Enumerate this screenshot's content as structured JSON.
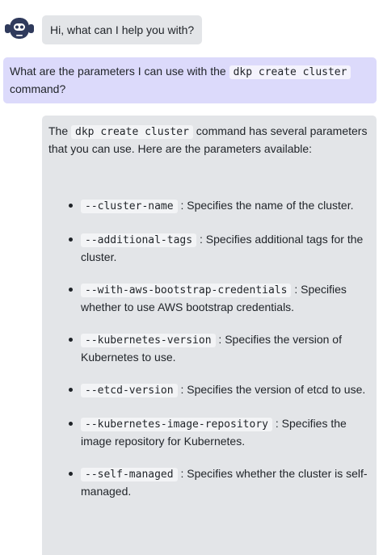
{
  "bot": {
    "avatar_icon": "robot-icon",
    "greeting": "Hi, what can I help you with?"
  },
  "user_message": {
    "before": "What are the parameters I can use with the ",
    "code": "dkp create cluster",
    "after": " command?"
  },
  "bot_reply": {
    "intro_before": "The ",
    "intro_code": "dkp create cluster",
    "intro_after": " command has several parameters that you can use. Here are the parameters available:",
    "params": [
      {
        "flag": "--cluster-name",
        "desc": " : Specifies the name of the cluster."
      },
      {
        "flag": "--additional-tags",
        "desc": " : Specifies additional tags for the cluster."
      },
      {
        "flag": "--with-aws-bootstrap-credentials",
        "desc": " : Specifies whether to use AWS bootstrap credentials."
      },
      {
        "flag": "--kubernetes-version",
        "desc": " : Specifies the version of Kubernetes to use."
      },
      {
        "flag": "--etcd-version",
        "desc": " : Specifies the version of etcd to use."
      },
      {
        "flag": "--kubernetes-image-repository",
        "desc": " : Specifies the image repository for Kubernetes."
      },
      {
        "flag": "--self-managed",
        "desc": " : Specifies whether the cluster is self-managed."
      }
    ]
  },
  "colors": {
    "avatar": "#2f3a5c",
    "user_bubble": "#dcdafb",
    "bot_bubble": "#e3e5e8"
  }
}
